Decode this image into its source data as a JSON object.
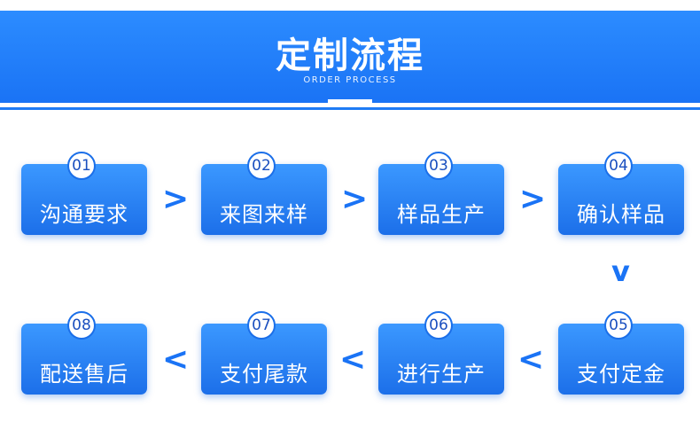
{
  "header": {
    "title": "定制流程",
    "subtitle": "ORDER PROCESS"
  },
  "steps": [
    {
      "number": "01",
      "label": "沟通要求"
    },
    {
      "number": "02",
      "label": "来图来样"
    },
    {
      "number": "03",
      "label": "样品生产"
    },
    {
      "number": "04",
      "label": "确认样品"
    },
    {
      "number": "05",
      "label": "支付定金"
    },
    {
      "number": "06",
      "label": "进行生产"
    },
    {
      "number": "07",
      "label": "支付尾款"
    },
    {
      "number": "08",
      "label": "配送售后"
    }
  ],
  "arrows": {
    "right": ">",
    "left": "<",
    "down": "v"
  },
  "colors": {
    "accent": "#1a73f5",
    "box": "#2a86ff",
    "badge_text": "#1a4fbf"
  }
}
